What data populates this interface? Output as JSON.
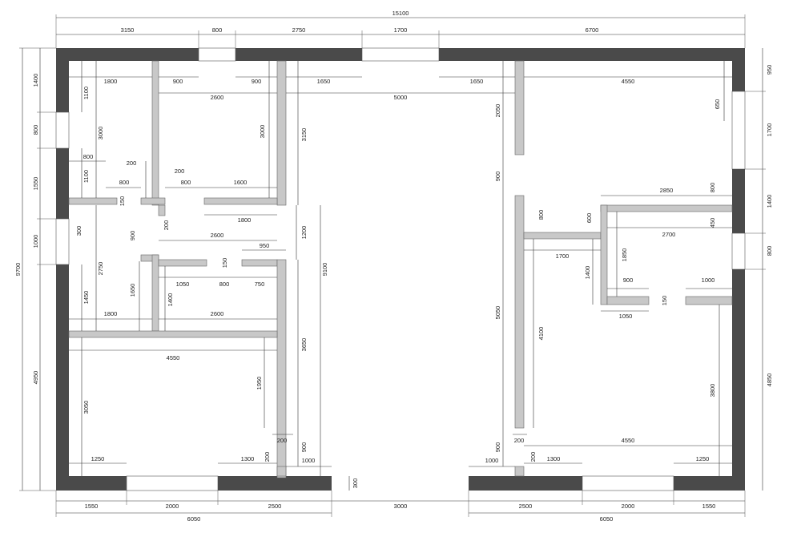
{
  "labels": {
    "total_width": "15100",
    "total_height": "9700",
    "top_dims": [
      "3150",
      "800",
      "2750",
      "1700",
      "6700"
    ],
    "bottom_left": [
      "1550",
      "2000",
      "2500"
    ],
    "bottom_left_total": "6050",
    "bottom_gap": "3000",
    "bottom_right": [
      "2500",
      "2000",
      "1550"
    ],
    "bottom_right_total": "6050",
    "left_dims": [
      "1400",
      "800",
      "1550",
      "1000",
      "4950"
    ],
    "right_dims": [
      "950",
      "1700",
      "1400",
      "800",
      "4850"
    ],
    "interior": {
      "a1800": "1800",
      "a900": "900",
      "a900b": "900",
      "a1650": "1650",
      "a1650r": "1650",
      "a4550": "4550",
      "a2600": "2600",
      "a5000": "5000",
      "a1100": "1100",
      "a3000": "3000",
      "a3000b": "3000",
      "a3150": "3150",
      "a2050": "2050",
      "a650": "650",
      "a800": "800",
      "a1100b": "1100",
      "a200": "200",
      "a200b": "200",
      "a800b": "800",
      "a800c": "800",
      "a1600": "1600",
      "a150": "150",
      "a900c": "900",
      "a2850": "2850",
      "a800d": "800",
      "a1800b": "1800",
      "a300": "300",
      "a200c": "200",
      "a2600b": "2600",
      "a950": "950",
      "a1200": "1200",
      "a900d": "900",
      "a800e": "800",
      "a600": "600",
      "a450": "450",
      "a2700": "2700",
      "a2750": "2750",
      "a150b": "150",
      "a1050": "1050",
      "a800f": "800",
      "a750": "750",
      "a1700": "1700",
      "a1850": "1850",
      "a9100": "9100",
      "a1450": "1450",
      "a1650b": "1650",
      "a1400": "1400",
      "a1400b": "1400",
      "a900e": "900",
      "a1000": "1000",
      "a150c": "150",
      "a1800c": "1800",
      "a2600c": "2600",
      "a1050b": "1050",
      "a5050": "5050",
      "a4550b": "4550",
      "a4100": "4100",
      "a3650": "3650",
      "a1950": "1950",
      "a3050": "3050",
      "a3800": "3800",
      "a200d": "200",
      "a200e": "200",
      "a900f": "900",
      "a4550c": "4550",
      "a1250": "1250",
      "a1300": "1300",
      "a200f": "200",
      "a1000b": "1000",
      "a1000c": "1000",
      "a200g": "200",
      "a1300b": "1300",
      "a1250b": "1250",
      "a300b": "300"
    }
  }
}
